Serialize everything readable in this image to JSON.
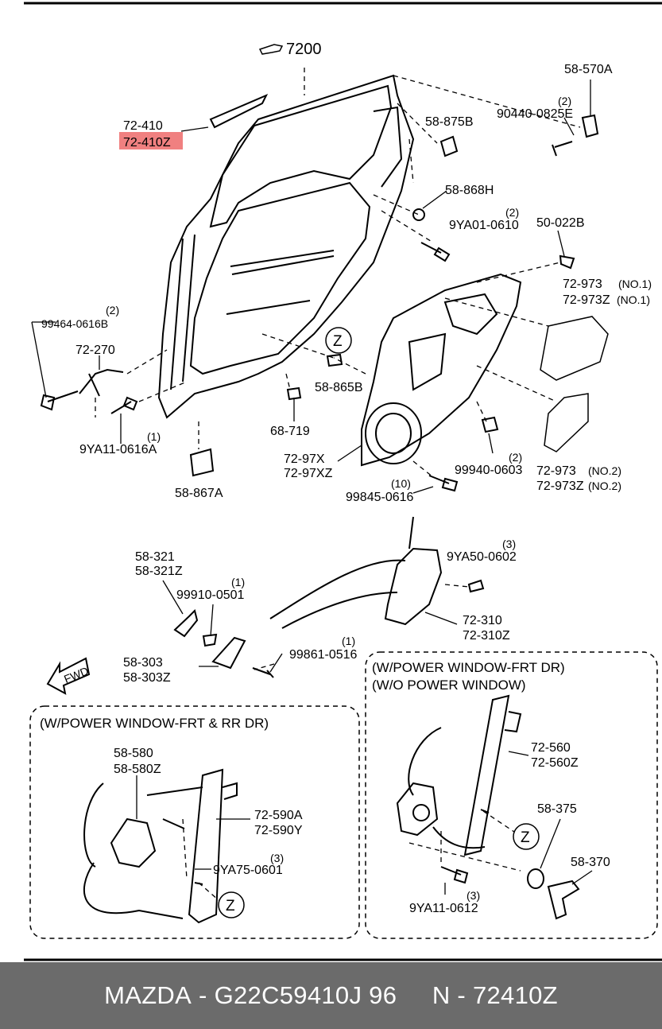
{
  "parts": {
    "door_ref": "7200",
    "outer_handle": [
      "72-410",
      "72-410Z"
    ],
    "clip_570a": "58-570A",
    "screw_0825e": "90440-0825E",
    "screw_0825e_qty": "(2)",
    "pad_875b": "58-875B",
    "nut_868h": "58-868H",
    "bolt_0610": "9YA01-0610",
    "bolt_0610_qty": "(2)",
    "clip_022b": "50-022B",
    "film_no1": [
      "72-973",
      "72-973Z"
    ],
    "film_no1_tag": [
      "(NO.1)",
      "(NO.1)"
    ],
    "film_no2": [
      "72-973",
      "72-973Z"
    ],
    "film_no2_tag": [
      "(NO.2)",
      "(NO.2)"
    ],
    "bolt_0616b": "99464-0616B",
    "bolt_0616b_qty": "(2)",
    "checker": "72-270",
    "bolt_0616a": "9YA11-0616A",
    "bolt_0616a_qty": "(1)",
    "z_mark": "Z",
    "bumper_865b": "58-865B",
    "clip_719": "68-719",
    "carrier": [
      "72-97X",
      "72-97XZ"
    ],
    "nut_0603": "99940-0603",
    "nut_0603_qty": "(2)",
    "bolt_0616": "99845-0616",
    "bolt_0616_qty": "(10)",
    "clip_867a": "58-867A",
    "inner_handle": [
      "58-321",
      "58-321Z"
    ],
    "screw_0501": "99910-0501",
    "screw_0501_qty": "(1)",
    "bolt_0602": "9YA50-0602",
    "bolt_0602_qty": "(3)",
    "latch": [
      "72-310",
      "72-310Z"
    ],
    "bezel": [
      "58-303",
      "58-303Z"
    ],
    "screw_0516": "99861-0516",
    "screw_0516_qty": "(1)",
    "fwd": "FWD"
  },
  "box_power": {
    "title": "(W/POWER WINDOW-FRT & RR DR)",
    "motor": [
      "58-580",
      "58-580Z"
    ],
    "regulator": [
      "72-590A",
      "72-590Y"
    ],
    "bolt_0601": "9YA75-0601",
    "bolt_0601_qty": "(3)",
    "z_mark": "Z"
  },
  "box_manual": {
    "title_1": "(W/POWER WINDOW-FRT DR)",
    "title_2": "(W/O POWER WINDOW)",
    "regulator": [
      "72-560",
      "72-560Z"
    ],
    "washer": "58-375",
    "crank": "58-370",
    "bolt_0612": "9YA11-0612",
    "bolt_0612_qty": "(3)",
    "z_mark": "Z"
  },
  "footer": {
    "brand": "MAZDA",
    "sep": "-",
    "part_no": "G22C59410J 96",
    "code": "N - 72410Z"
  },
  "colors": {
    "highlight": "#f08080",
    "footer_bg": "#6b6b6b"
  }
}
